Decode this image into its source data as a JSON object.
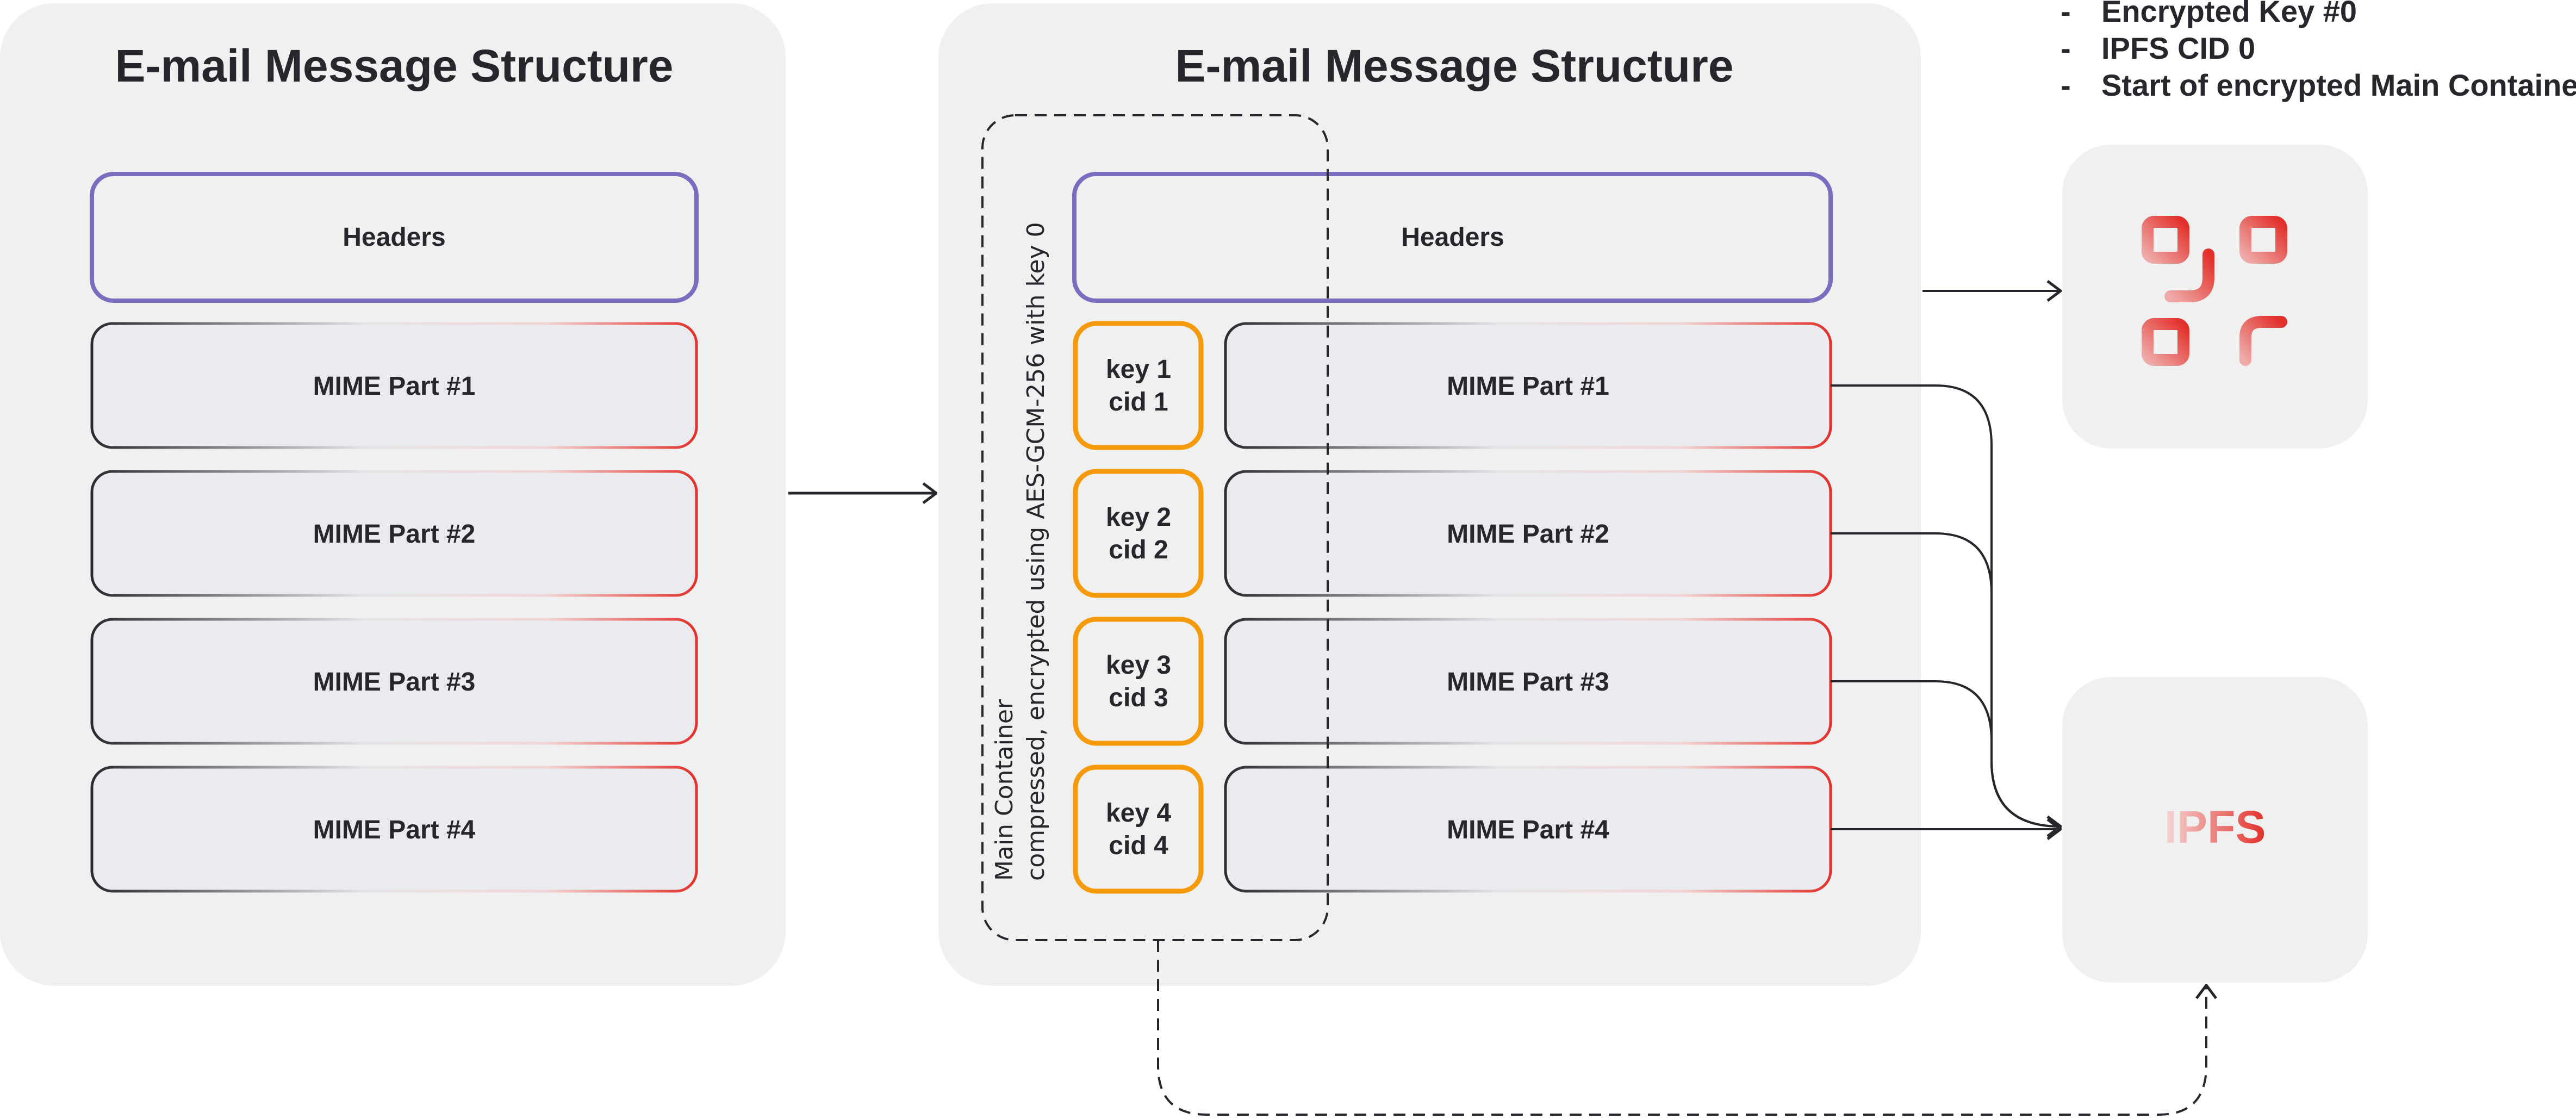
{
  "left_panel": {
    "title": "E-mail Message Structure",
    "headers": "Headers",
    "parts": [
      "MIME Part #1",
      "MIME Part #2",
      "MIME Part #3",
      "MIME Part #4"
    ]
  },
  "right_panel": {
    "title": "E-mail Message Structure",
    "headers": "Headers",
    "parts": [
      "MIME Part #1",
      "MIME Part #2",
      "MIME Part #3",
      "MIME Part #4"
    ],
    "keys": [
      {
        "key": "key 1",
        "cid": "cid 1"
      },
      {
        "key": "key 2",
        "cid": "cid 2"
      },
      {
        "key": "key 3",
        "cid": "cid 3"
      },
      {
        "key": "key 4",
        "cid": "cid 4"
      }
    ],
    "container_label": {
      "line1": "Main Container",
      "line2": "compressed, encrypted using AES-GCM-256 with key 0"
    }
  },
  "qr_notes": [
    "Encrypted Key #0",
    "IPFS CID 0",
    "Start of encrypted Main Container"
  ],
  "note_bullet": "-",
  "qr_icon": "qr-code-icon",
  "ipfs_label": "IPFS",
  "colors": {
    "panel": "#f0f0f0",
    "headers_border": "#7b6cc0",
    "key_border": "#f59a0a",
    "mime_fill": "#e9ebef",
    "accent_red": "#e3302a",
    "text": "#26262c"
  }
}
